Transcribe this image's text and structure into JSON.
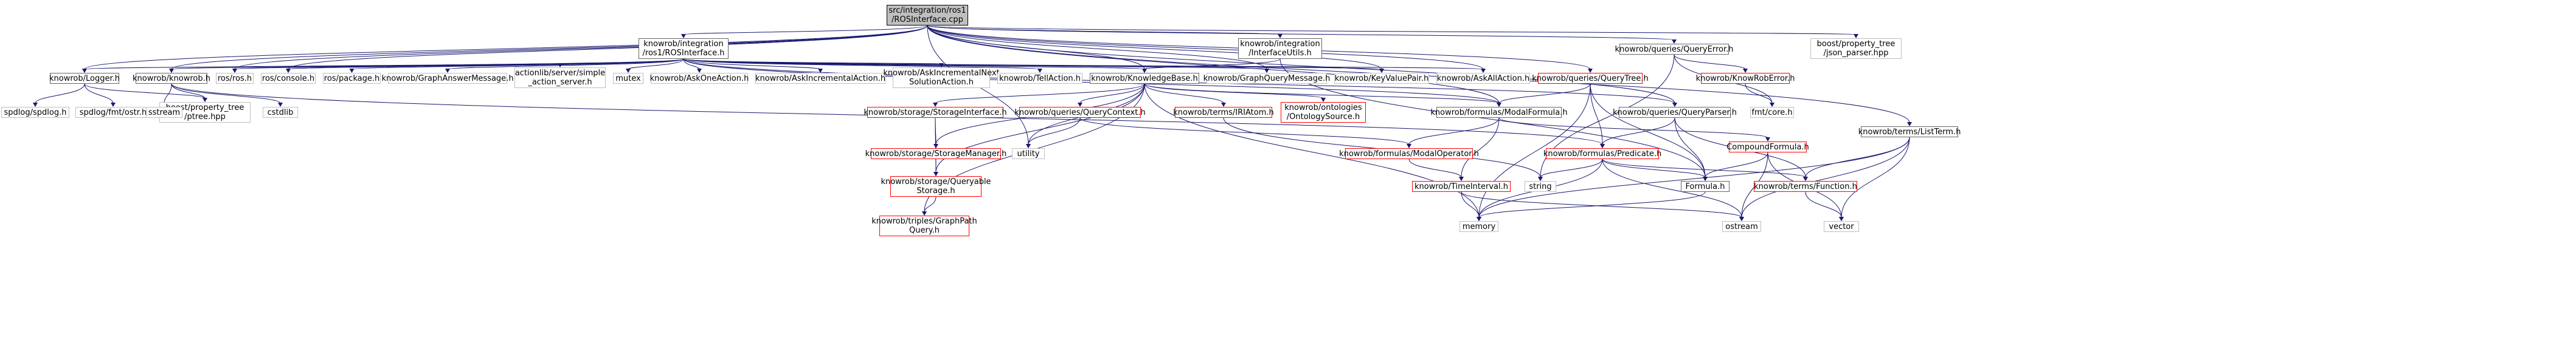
{
  "nodes": {
    "root": "src/integration/ros1\n/ROSInterface.cpp",
    "ros_interface_h": "knowrob/integration\n/ros1/ROSInterface.h",
    "interface_utils": "knowrob/integration\n/InterfaceUtils.h",
    "query_error": "knowrob/queries/QueryError.h",
    "json_parser": "boost/property_tree\n/json_parser.hpp",
    "logger": "knowrob/Logger.h",
    "knowrob_h": "knowrob/knowrob.h",
    "ros_ros": "ros/ros.h",
    "ros_console": "ros/console.h",
    "ros_package": "ros/package.h",
    "graph_answer_msg": "knowrob/GraphAnswerMessage.h",
    "simple_action_server": "actionlib/server/simple\n_action_server.h",
    "mutex": "mutex",
    "ask_one_action": "knowrob/AskOneAction.h",
    "ask_incremental_action": "knowrob/AskIncrementalAction.h",
    "ask_incremental_next": "knowrob/AskIncrementalNext\nSolutionAction.h",
    "tell_action": "knowrob/TellAction.h",
    "knowledge_base": "knowrob/KnowledgeBase.h",
    "graph_query_msg": "knowrob/GraphQueryMessage.h",
    "key_value_pair": "knowrob/KeyValuePair.h",
    "ask_all_action": "knowrob/AskAllAction.h",
    "query_tree": "knowrob/queries/QueryTree.h",
    "knowrob_error": "knowrob/KnowRobError.h",
    "query_parser": "knowrob/queries/QueryParser.h",
    "fmt_core": "fmt/core.h",
    "list_term": "knowrob/terms/ListTerm.h",
    "spdlog": "spdlog/spdlog.h",
    "fmt_ostr": "spdlog/fmt/ostr.h",
    "ptree": "boost/property_tree\n/ptree.hpp",
    "sstream": "sstream",
    "cstdlib": "cstdlib",
    "storage_interface": "knowrob/storage/StorageInterface.h",
    "storage_manager": "knowrob/storage/StorageManager.h",
    "queryable_storage": "knowrob/storage/Queryable\nStorage.h",
    "graph_path_query": "knowrob/triples/GraphPath\nQuery.h",
    "query_context": "knowrob/queries/QueryContext.h",
    "utility": "utility",
    "iri_atom": "knowrob/terms/IRIAtom.h",
    "ontology_source": "knowrob/ontologies\n/OntologySource.h",
    "modal_formula": "knowrob/formulas/ModalFormula.h",
    "modal_operator": "knowrob/formulas/ModalOperator.h",
    "time_interval": "knowrob/TimeInterval.h",
    "compound_formula": "CompoundFormula.h",
    "predicate": "knowrob/formulas/Predicate.h",
    "formula": "Formula.h",
    "function": "knowrob/terms/Function.h",
    "string": "string",
    "memory": "memory",
    "ostream": "ostream",
    "vector": "vector"
  },
  "colors": {
    "edge": "#191970",
    "documented_border": "#666666",
    "undocumented_border": "#ff0000",
    "external_border": "#bfbfbf",
    "root_fill": "#bfbfbf"
  }
}
